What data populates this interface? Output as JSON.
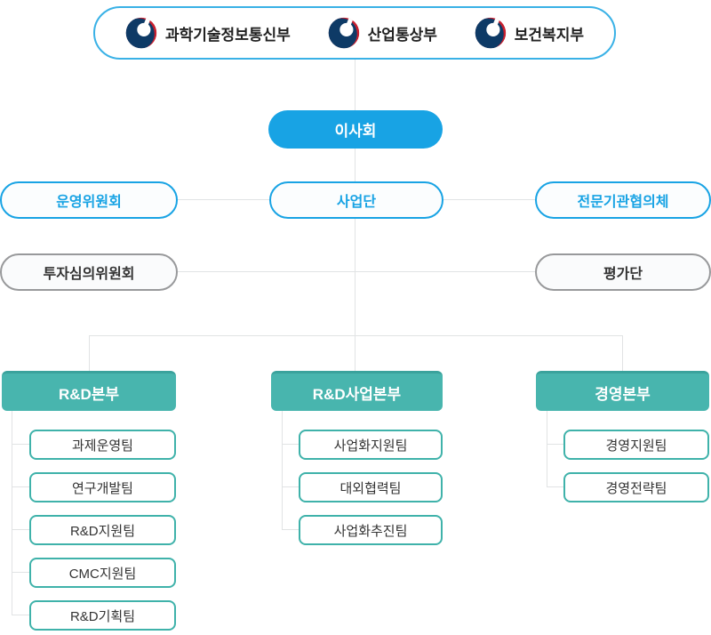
{
  "ministries": {
    "items": [
      {
        "name": "과학기술정보통신부"
      },
      {
        "name": "산업통상부"
      },
      {
        "name": "보건복지부"
      }
    ]
  },
  "board": {
    "label": "이사회"
  },
  "committees": {
    "operating_committee": "운영위원회",
    "project_group": "사업단",
    "expert_council": "전문기관협의체",
    "investment_review_committee": "투자심의위원회",
    "evaluation_group": "평가단"
  },
  "divisions": [
    {
      "name": "R&D본부",
      "teams": [
        "과제운영팀",
        "연구개발팀",
        "R&D지원팀",
        "CMC지원팀",
        "R&D기획팀"
      ]
    },
    {
      "name": "R&D사업본부",
      "teams": [
        "사업화지원팀",
        "대외협력팀",
        "사업화추진팀"
      ]
    },
    {
      "name": "경영본부",
      "teams": [
        "경영지원팀",
        "경영전략팀"
      ]
    }
  ],
  "colors": {
    "accent_blue": "#18a3e4",
    "top_pill_border": "#39b1e6",
    "teal": "#48b5ae",
    "teal_border": "#3fb2aa",
    "gray_border": "#98999b",
    "connector_line": "#e1e3e4",
    "emblem_navy": "#0e3a66",
    "emblem_red": "#c8202f",
    "text_dark": "#333333"
  }
}
